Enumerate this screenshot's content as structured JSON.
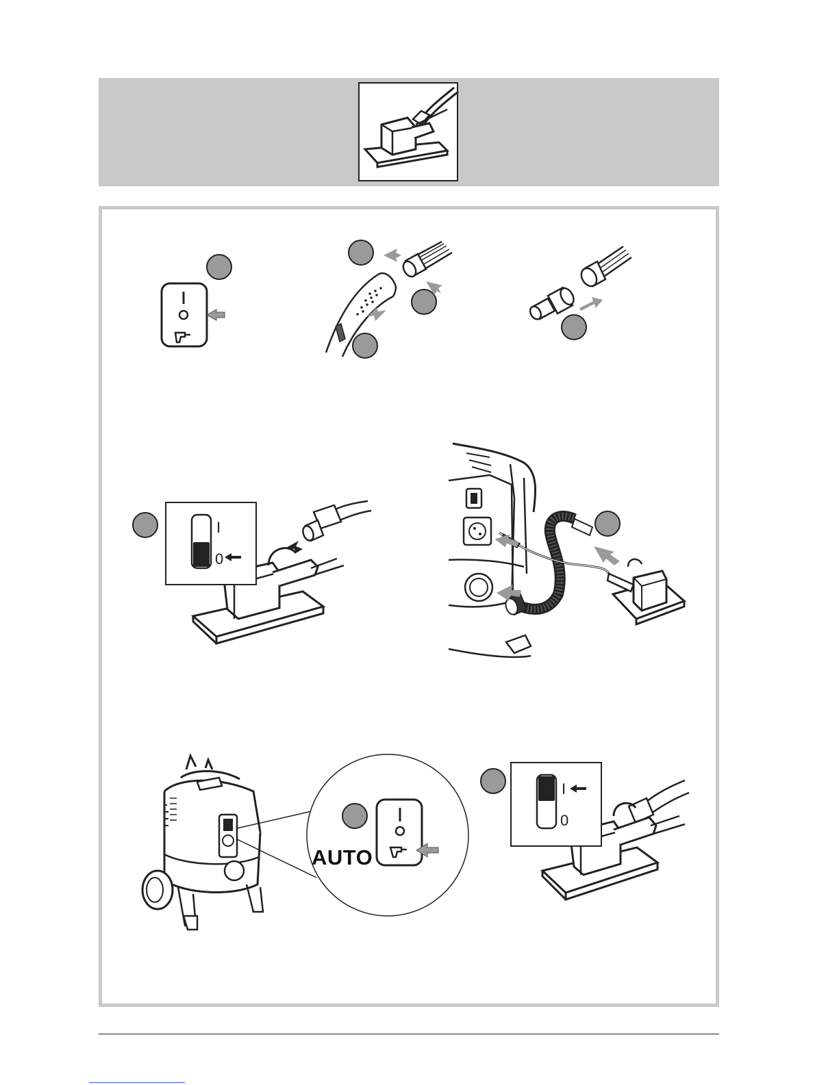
{
  "switch_labels": {
    "on": "I",
    "off": "0",
    "auto_mode": "AUTO"
  },
  "colors": {
    "header_band": "#c9c9c9",
    "panel_border": "#c9c9c9",
    "step_marker": "#9a9a9a",
    "arrow": "#9a9a9a",
    "line": "#222222"
  },
  "icons": {
    "header": "sanding-tool-with-hose-icon",
    "power_tool": "power-tool-icon"
  }
}
